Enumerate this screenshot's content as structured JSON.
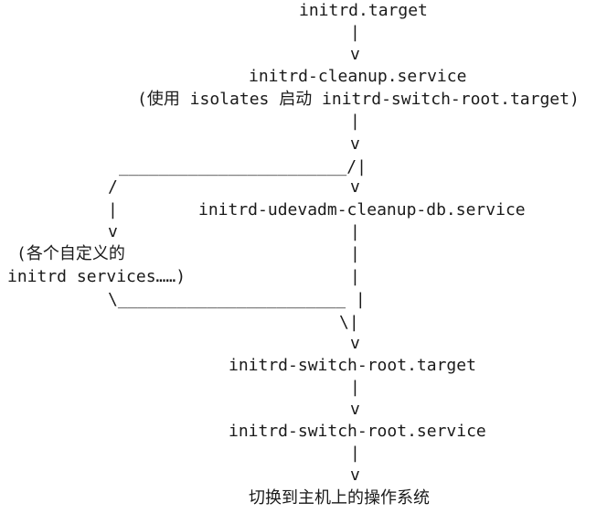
{
  "diagram": {
    "nodes": {
      "initrd_target": "initrd.target",
      "cleanup_service": "initrd-cleanup.service",
      "cleanup_note": "(使用 isolates 启动 initrd-switch-root.target)",
      "udevadm_cleanup_db": "initrd-udevadm-cleanup-db.service",
      "custom_services_1": "(各个自定义的",
      "custom_services_2": "initrd services……)",
      "switch_root_target": "initrd-switch-root.target",
      "switch_root_service": "initrd-switch-root.service",
      "final_step": "切换到主机上的操作系统"
    },
    "connectors": {
      "pipe": "|",
      "arrow": "v",
      "branch_out": "_______________________/|",
      "branch_in": "\\_______________________ |",
      "merge": "\\|",
      "slash": "/"
    }
  }
}
